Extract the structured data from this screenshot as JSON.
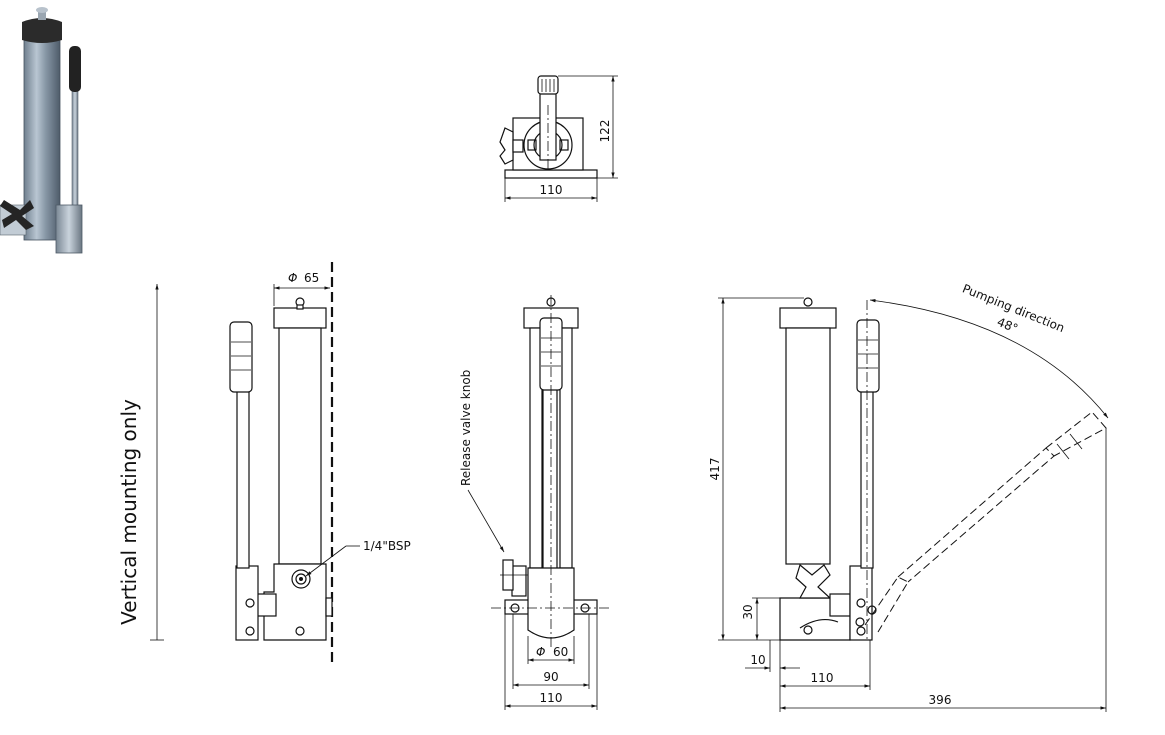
{
  "labels": {
    "vertical_mounting": "Vertical mounting only",
    "release_valve_knob": "Release valve knob",
    "pumping_direction": "Pumping direction",
    "pumping_angle": "48°",
    "port_size": "1/4\"BSP"
  },
  "dimensions": {
    "top_height": "122",
    "top_width": "110",
    "reservoir_diameter": "65",
    "base_diameter": "60",
    "side_width_90": "90",
    "side_width_110": "110",
    "overall_height": "417",
    "foot_height": "30",
    "foot_offset": "10",
    "right_base_width": "110",
    "overall_length": "396",
    "diameter_symbol": "Φ"
  }
}
